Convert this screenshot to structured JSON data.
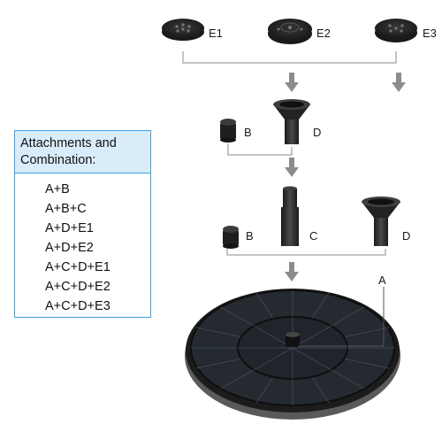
{
  "labels": {
    "e1": "E1",
    "e2": "E2",
    "e3": "E3",
    "b_top": "B",
    "d_top": "D",
    "b_mid": "B",
    "c_mid": "C",
    "d_mid": "D",
    "a": "A"
  },
  "combinations": {
    "title_line1": "Attachments and",
    "title_line2": "Combination:",
    "items": [
      "A+B",
      "A+B+C",
      "A+D+E1",
      "A+D+E2",
      "A+C+D+E1",
      "A+C+D+E2",
      "A+C+D+E3"
    ]
  },
  "colors": {
    "box_border": "#3aa3e3",
    "box_header": "#d8ecfa",
    "arrow": "#8c8c8c",
    "part": "#2a2a2a"
  }
}
